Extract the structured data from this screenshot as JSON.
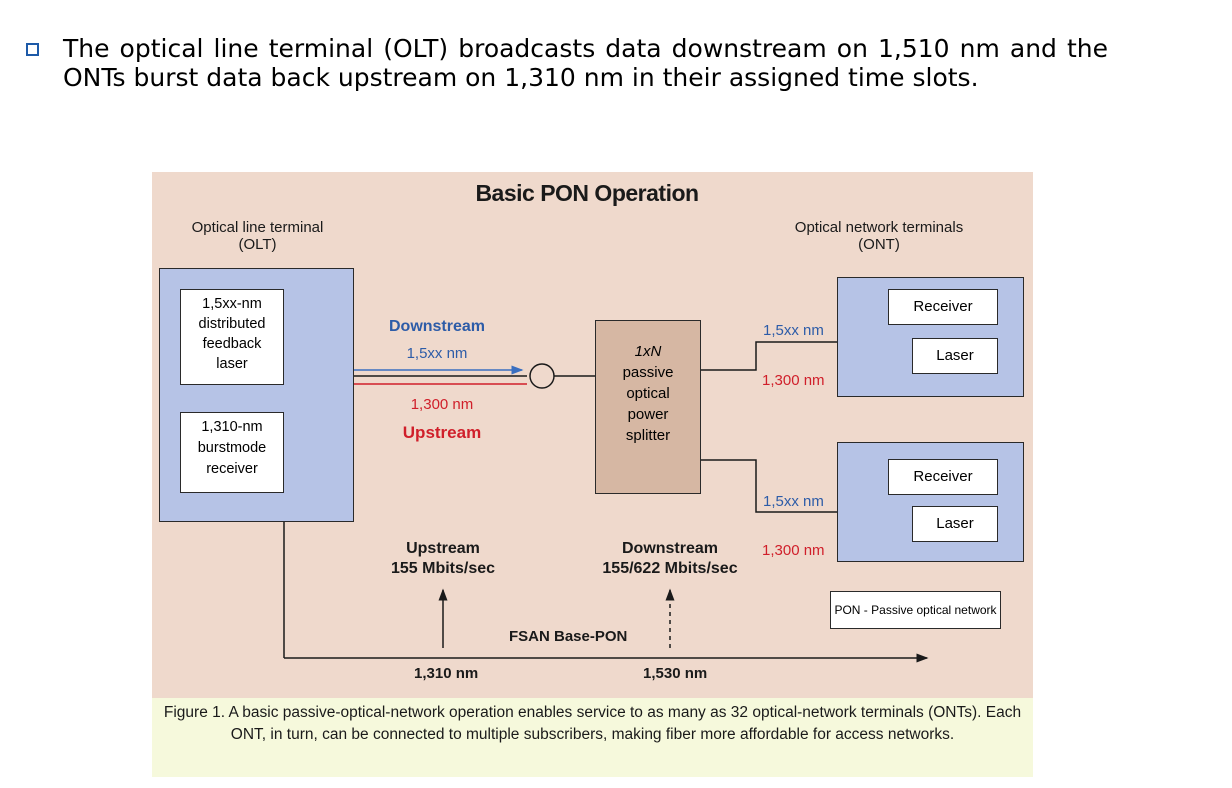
{
  "bullet": {
    "text": "The optical line terminal (OLT) broadcasts data downstream on 1,510 nm and the ONTs burst data back upstream on 1,310 nm in their assigned time slots."
  },
  "figure": {
    "title": "Basic PON Operation",
    "olt_label_line1": "Optical line terminal",
    "olt_label_line2": "(OLT)",
    "ont_label_line1": "Optical network terminals",
    "ont_label_line2": "(ONT)",
    "dfb_laser": [
      "1,5xx-nm",
      "distributed",
      "feedback",
      "laser"
    ],
    "burst_receiver": [
      "1,310-nm",
      "burstmode",
      "receiver"
    ],
    "downstream_label": "Downstream",
    "downstream_wavelength": "1,5xx nm",
    "upstream_wavelength": "1,300 nm",
    "upstream_label": "Upstream",
    "splitter": [
      "1xN",
      "passive",
      "optical",
      "power",
      "splitter"
    ],
    "ont_top": {
      "wl_in": "1,5xx nm",
      "wl_out": "1,300 nm",
      "receiver": "Receiver",
      "laser": "Laser"
    },
    "ont_bottom": {
      "wl_in": "1,5xx nm",
      "wl_out": "1,300 nm",
      "receiver": "Receiver",
      "laser": "Laser"
    },
    "upstream_rate_label": "Upstream",
    "upstream_rate": "155 Mbits/sec",
    "downstream_rate_label": "Downstream",
    "downstream_rate": "155/622 Mbits/sec",
    "pon_legend": "PON - Passive optical network",
    "fsan_label": "FSAN Base-PON",
    "axis_1310": "1,310 nm",
    "axis_1530": "1,530 nm",
    "caption": "Figure 1. A basic passive-optical-network operation enables service to as many as 32 optical-network terminals (ONTs). Each ONT, in turn, can be connected to multiple subscribers, making fiber more affordable for access networks.",
    "colors": {
      "downstream": "#3a6fc0",
      "upstream": "#d01f2a",
      "terminal_fill": "#b6c3e6",
      "splitter_fill": "#d6b7a3",
      "background": "#efd9cc",
      "caption_band": "#f6f9dc"
    }
  }
}
